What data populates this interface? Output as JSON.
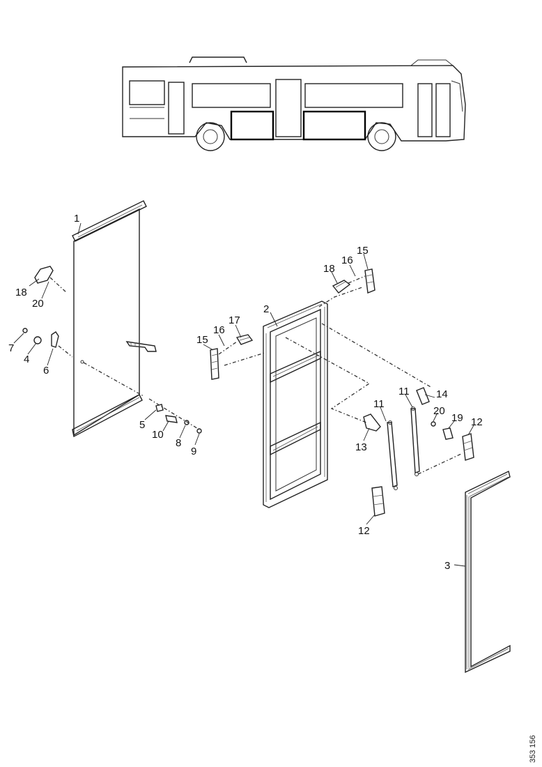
{
  "drawing_ref": "353 156",
  "callouts": [
    {
      "id": "c1",
      "text": "1"
    },
    {
      "id": "c18a",
      "text": "18"
    },
    {
      "id": "c20a",
      "text": "20"
    },
    {
      "id": "c7",
      "text": "7"
    },
    {
      "id": "c4",
      "text": "4"
    },
    {
      "id": "c6a",
      "text": "6"
    },
    {
      "id": "c5",
      "text": "5"
    },
    {
      "id": "c10",
      "text": "10"
    },
    {
      "id": "c8",
      "text": "8"
    },
    {
      "id": "c9",
      "text": "9"
    },
    {
      "id": "c2",
      "text": "2"
    },
    {
      "id": "c15a",
      "text": "15"
    },
    {
      "id": "c16a",
      "text": "16"
    },
    {
      "id": "c17",
      "text": "17"
    },
    {
      "id": "c18b",
      "text": "18"
    },
    {
      "id": "c16b",
      "text": "16"
    },
    {
      "id": "c15b",
      "text": "15"
    },
    {
      "id": "c11a",
      "text": "11"
    },
    {
      "id": "c13",
      "text": "13"
    },
    {
      "id": "c11b",
      "text": "11"
    },
    {
      "id": "c14",
      "text": "14"
    },
    {
      "id": "c20b",
      "text": "20"
    },
    {
      "id": "c19",
      "text": "19"
    },
    {
      "id": "c12a",
      "text": "12"
    },
    {
      "id": "c12b",
      "text": "12"
    },
    {
      "id": "c3",
      "text": "3"
    }
  ]
}
